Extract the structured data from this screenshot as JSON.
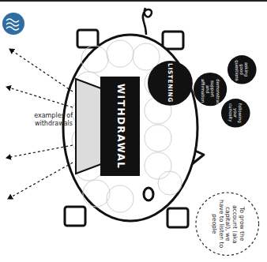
{
  "diagram": {
    "nodes": [
      {
        "text": [
          "WITHDRAWAL"
        ]
      },
      {
        "text": [
          "LISTENING"
        ]
      },
      {
        "text": [
          "demonstrating support and affirmation"
        ]
      },
      {
        "text": [
          "asking good questions"
        ]
      },
      {
        "text": [
          "following your curiosity"
        ]
      },
      {
        "text": [
          "To grow the account (aka capital), we have to listen to people"
        ]
      }
    ],
    "labels": [
      "examples of withdrawals"
    ]
  }
}
